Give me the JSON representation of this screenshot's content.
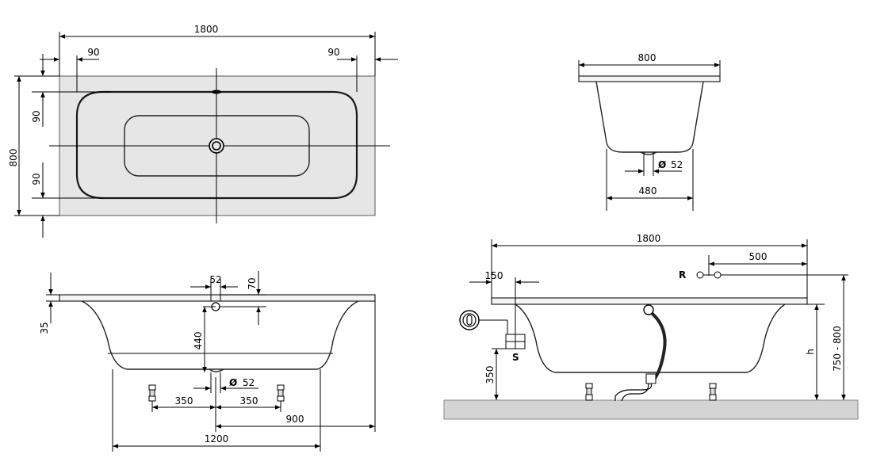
{
  "top_view": {
    "width": "1800",
    "depth": "800",
    "left_offset": "90",
    "right_offset": "90",
    "offset_top": "90",
    "offset_bottom": "90"
  },
  "end_view": {
    "width": "800",
    "drain_diameter_symbol": "Ø",
    "drain_diameter": "52",
    "bottom_width": "480"
  },
  "front_view": {
    "drain_width": "52",
    "rim_offset": "70",
    "rim_thickness": "35",
    "drain_height": "440",
    "drain_diameter_symbol": "Ø",
    "drain_diameter": "52",
    "foot_left": "350",
    "foot_right": "350",
    "half_length": "900",
    "bottom_length": "1200"
  },
  "install_view": {
    "length": "1800",
    "faucet_offset": "500",
    "waste_offset": "150",
    "height_range": "750 - 800",
    "height_label": "h",
    "waste_height": "350",
    "label_r": "R",
    "label_s": "S"
  },
  "colors": {
    "tub_fill": "#e6e6e6",
    "floor_fill": "#d4d4d4",
    "line": "#000000"
  }
}
